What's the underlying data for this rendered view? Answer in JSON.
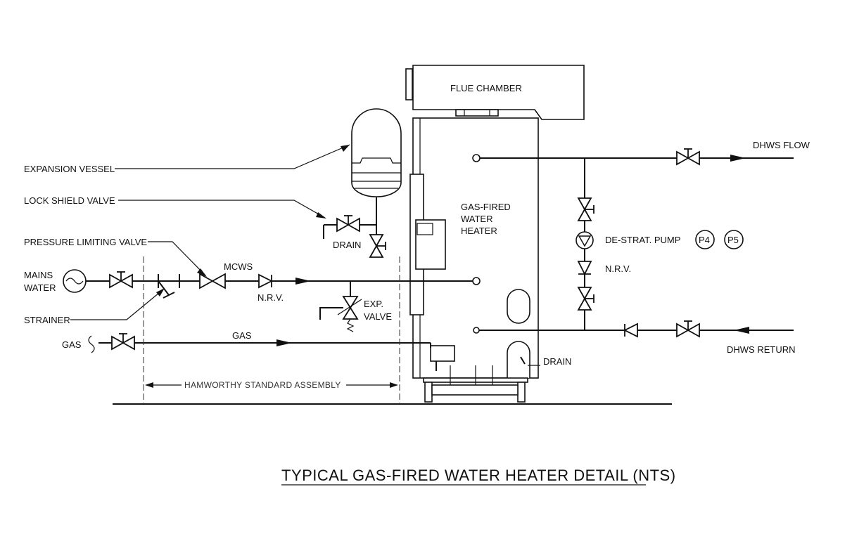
{
  "colors": {
    "line": "#111111",
    "background": "#ffffff"
  },
  "labels": {
    "flue_chamber": "FLUE CHAMBER",
    "expansion_vessel": "EXPANSION VESSEL",
    "lock_shield_valve": "LOCK SHIELD VALVE",
    "pressure_limiting_valve": "PRESSURE LIMITING VALVE",
    "mains_water_1": "MAINS",
    "mains_water_2": "WATER",
    "strainer": "STRAINER",
    "gas_left": "GAS",
    "gas_line": "GAS",
    "mcws": "MCWS",
    "nrv_mains": "N.R.V.",
    "drain_vessel": "DRAIN",
    "exp_valve_1": "EXP.",
    "exp_valve_2": "VALVE",
    "heater_1": "GAS-FIRED",
    "heater_2": "WATER",
    "heater_3": "HEATER",
    "drain_heater": "DRAIN",
    "dhws_flow": "DHWS FLOW",
    "dhws_return": "DHWS RETURN",
    "destrat_pump": "DE-STRAT. PUMP",
    "p4": "P4",
    "p5": "P5",
    "nrv_pump": "N.R.V.",
    "hamworthy": "HAMWORTHY STANDARD ASSEMBLY",
    "title": "TYPICAL GAS-FIRED WATER HEATER DETAIL (NTS)"
  }
}
